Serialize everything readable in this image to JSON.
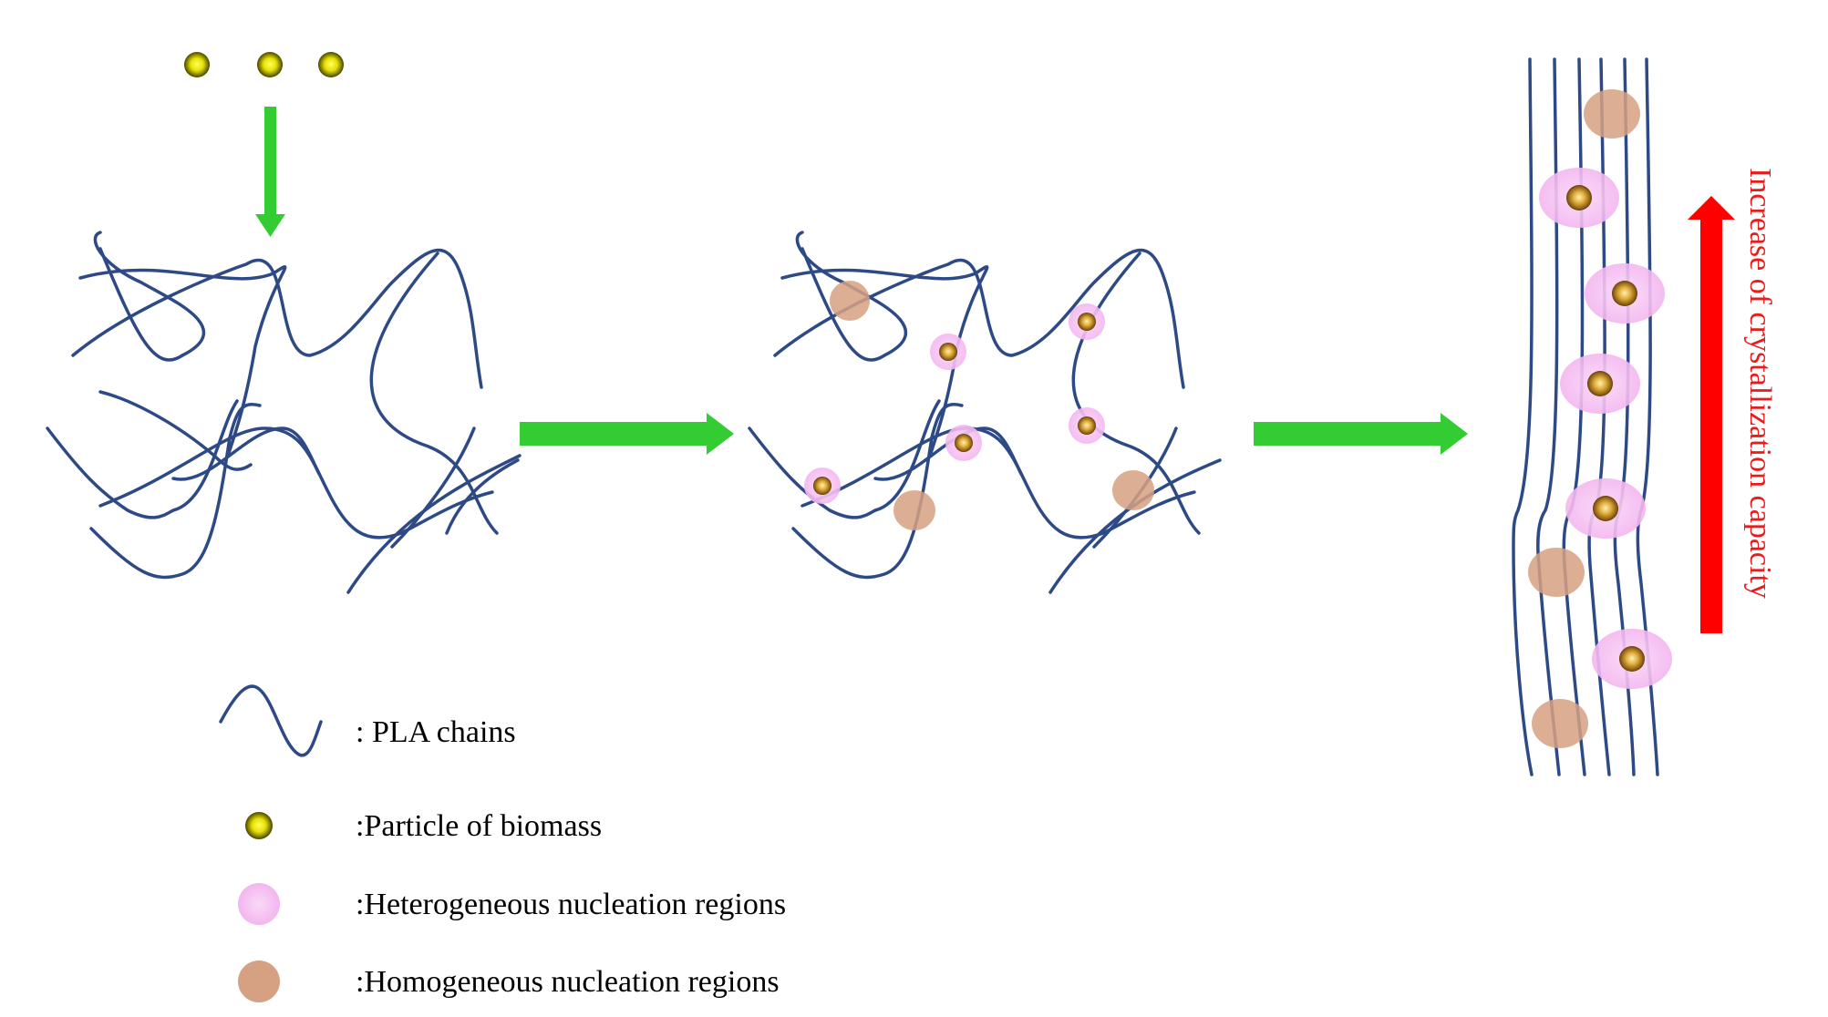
{
  "legend": {
    "pla_chains": ": PLA chains",
    "particle": ":Particle of biomass",
    "heterogeneous": ":Heterogeneous nucleation regions",
    "homogeneous": ":Homogeneous nucleation regions"
  },
  "annotation": {
    "crystallization": "Increase of crystallization capacity"
  },
  "colors": {
    "chain": "#2e4a86",
    "process_arrow": "#33cc33",
    "increase_arrow": "#ff0000",
    "annotation_text": "#e81c1c",
    "heterogeneous_region": "#f6c7f3",
    "homogeneous_region": "#d6a183",
    "particle_yellow": "#f2f000",
    "particle_gold": "#c9892a"
  },
  "icons": {
    "particle": "gold-sphere-icon",
    "chain": "wavy-chain-icon"
  }
}
